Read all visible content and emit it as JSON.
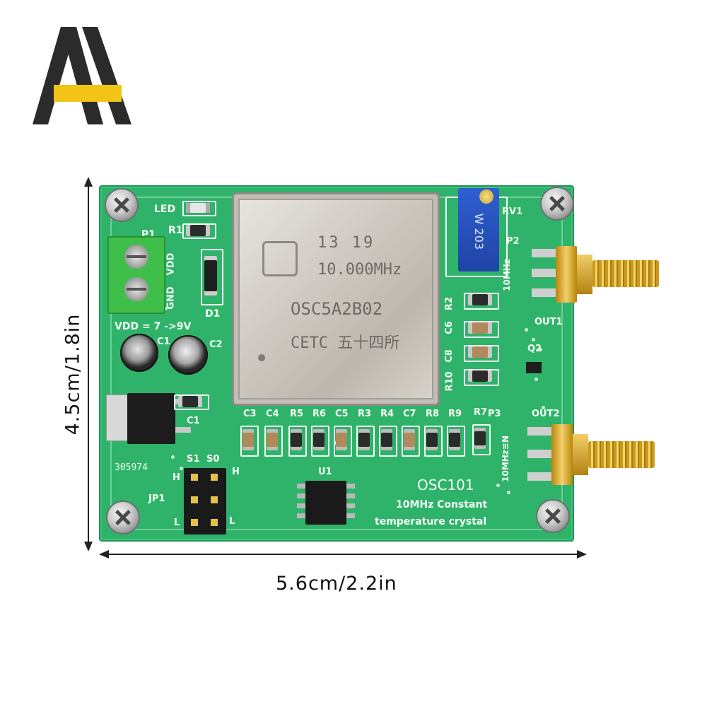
{
  "logo": {
    "name": "brand-logo",
    "colors": {
      "dark": "#2b2b2b",
      "accent": "#f2c418"
    }
  },
  "dimensions": {
    "height_label": "4.5cm/1.8in",
    "width_label": "5.6cm/2.2in"
  },
  "board": {
    "pcb_color": "#2fb36a",
    "oscillator": {
      "line1": "13 19",
      "line2": "10.000MHz",
      "line3": "OSC5A2B02",
      "line4": "CETC 五十四所"
    },
    "pot_marking": "W 203",
    "silk": {
      "led": "LED",
      "r1": "R1",
      "p1": "P1",
      "vdd": "VDD",
      "gnd": "GND",
      "d1": "D1",
      "supply": "VDD = 7 ->9V",
      "c1_top": "C1",
      "c2": "C2",
      "c1_bottom": "C1",
      "code": "305974",
      "s1": "S1",
      "s0": "S0",
      "h_left": "H",
      "h_right": "H",
      "l_left": "L",
      "l_right": "L",
      "jp1": "JP1",
      "u1": "U1",
      "rv1": "RV1",
      "p2": "P2",
      "freq_top": "10MHz",
      "out1": "OUT1",
      "q2": "Q2",
      "r2": "R2",
      "c6": "C6",
      "c8": "C8",
      "r10": "R10",
      "p3": "P3",
      "out2": "OUT2",
      "freq_bottom": "10MHz≡N",
      "row_labels": [
        "C3",
        "C4",
        "R5",
        "R6",
        "C5",
        "R3",
        "R4",
        "C7",
        "R8",
        "R9",
        "R7"
      ],
      "model": "OSC101",
      "desc1": "10MHz Constant",
      "desc2": "temperature crystal"
    }
  }
}
